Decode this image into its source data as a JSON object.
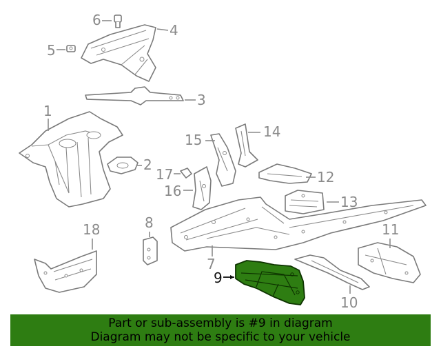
{
  "callouts": {
    "c1": "1",
    "c2": "2",
    "c3": "3",
    "c4": "4",
    "c5": "5",
    "c6": "6",
    "c7": "7",
    "c8": "8",
    "c9": "9",
    "c10": "10",
    "c11": "11",
    "c12": "12",
    "c13": "13",
    "c14": "14",
    "c15": "15",
    "c16": "16",
    "c17": "17",
    "c18": "18"
  },
  "highlight": {
    "part_number": "9",
    "color": "#2e7d12",
    "stroke": "#0d3300"
  },
  "banner": {
    "line1": "Part or sub-assembly is #9 in diagram",
    "line2": "Diagram may not be specific to your vehicle",
    "background": "#2e7d12"
  }
}
